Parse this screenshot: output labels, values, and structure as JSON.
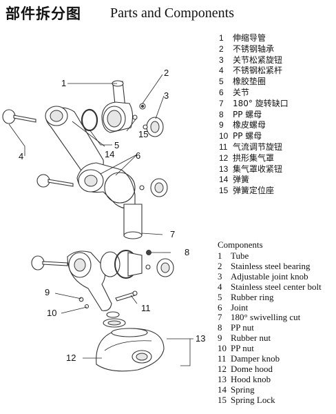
{
  "header": {
    "title_cn": "部件拆分图",
    "title_en": "Parts and Components"
  },
  "parts_cn": [
    {
      "num": "1",
      "name": "伸缩导管"
    },
    {
      "num": "2",
      "name": "不锈钢轴承"
    },
    {
      "num": "3",
      "name": "关节松紧旋钮"
    },
    {
      "num": "4",
      "name": "不锈钢松紧杆"
    },
    {
      "num": "5",
      "name": "橡胶垫圈"
    },
    {
      "num": "6",
      "name": "关节"
    },
    {
      "num": "7",
      "name": "180° 旋转缺口"
    },
    {
      "num": "8",
      "name": "PP 螺母"
    },
    {
      "num": "9",
      "name": "橡皮螺母"
    },
    {
      "num": "10",
      "name": "PP 螺母"
    },
    {
      "num": "11",
      "name": "气流调节旋钮"
    },
    {
      "num": "12",
      "name": "拱形集气罩"
    },
    {
      "num": "13",
      "name": "集气罩收紧钮"
    },
    {
      "num": "14",
      "name": "弹簧"
    },
    {
      "num": "15",
      "name": "弹簧定位座"
    }
  ],
  "components": {
    "heading": "Components",
    "items": [
      {
        "num": "1",
        "name": "Tube"
      },
      {
        "num": "2",
        "name": "Stainless steel bearing"
      },
      {
        "num": "3",
        "name": "Adjustable joint knob"
      },
      {
        "num": "4",
        "name": "Stainless steel center bolt"
      },
      {
        "num": "5",
        "name": "Rubber ring"
      },
      {
        "num": "6",
        "name": "Joint"
      },
      {
        "num": "7",
        "name": "180° swivelling cut"
      },
      {
        "num": "8",
        "name": "PP nut"
      },
      {
        "num": "9",
        "name": "Rubber nut"
      },
      {
        "num": "10",
        "name": "PP nut"
      },
      {
        "num": "11",
        "name": "Damper knob"
      },
      {
        "num": "12",
        "name": "Dome hood"
      },
      {
        "num": "13",
        "name": "Hood knob"
      },
      {
        "num": "14",
        "name": "Spring"
      },
      {
        "num": "15",
        "name": "Spring Lock"
      }
    ]
  },
  "callouts": {
    "c1": "1",
    "c2": "2",
    "c3": "3",
    "c4": "4",
    "c5": "5",
    "c6": "6",
    "c7": "7",
    "c8": "8",
    "c9": "9",
    "c10": "10",
    "c11": "11",
    "c12": "12",
    "c13": "13",
    "c14": "14",
    "c15": "15"
  }
}
